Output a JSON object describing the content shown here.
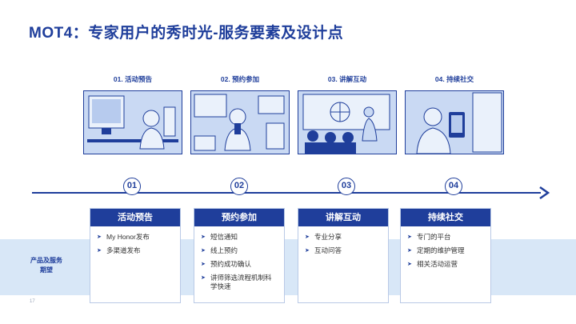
{
  "title": "MOT4：专家用户的秀时光-服务要素及设计点",
  "band_label": "产品及服务期望",
  "page_number": "17",
  "stages": [
    {
      "caption": "01. 活动预告",
      "number": "01",
      "card_title": "活动预告",
      "items": [
        "My Honor发布",
        "多渠道发布"
      ]
    },
    {
      "caption": "02. 预约参加",
      "number": "02",
      "card_title": "预约参加",
      "items": [
        "短信通知",
        "线上预约",
        "预约成功确认",
        "讲师筛选流程机制科学快速"
      ]
    },
    {
      "caption": "03. 讲解互动",
      "number": "03",
      "card_title": "讲解互动",
      "items": [
        "专业分享",
        "互动问答"
      ]
    },
    {
      "caption": "04. 持续社交",
      "number": "04",
      "card_title": "持续社交",
      "items": [
        "专门的平台",
        "定期的维护管理",
        "相关活动运营"
      ]
    }
  ],
  "colors": {
    "primary": "#1f3e9b",
    "band": "#d8e7f7",
    "illustration_fill": "#c9d9f3"
  }
}
